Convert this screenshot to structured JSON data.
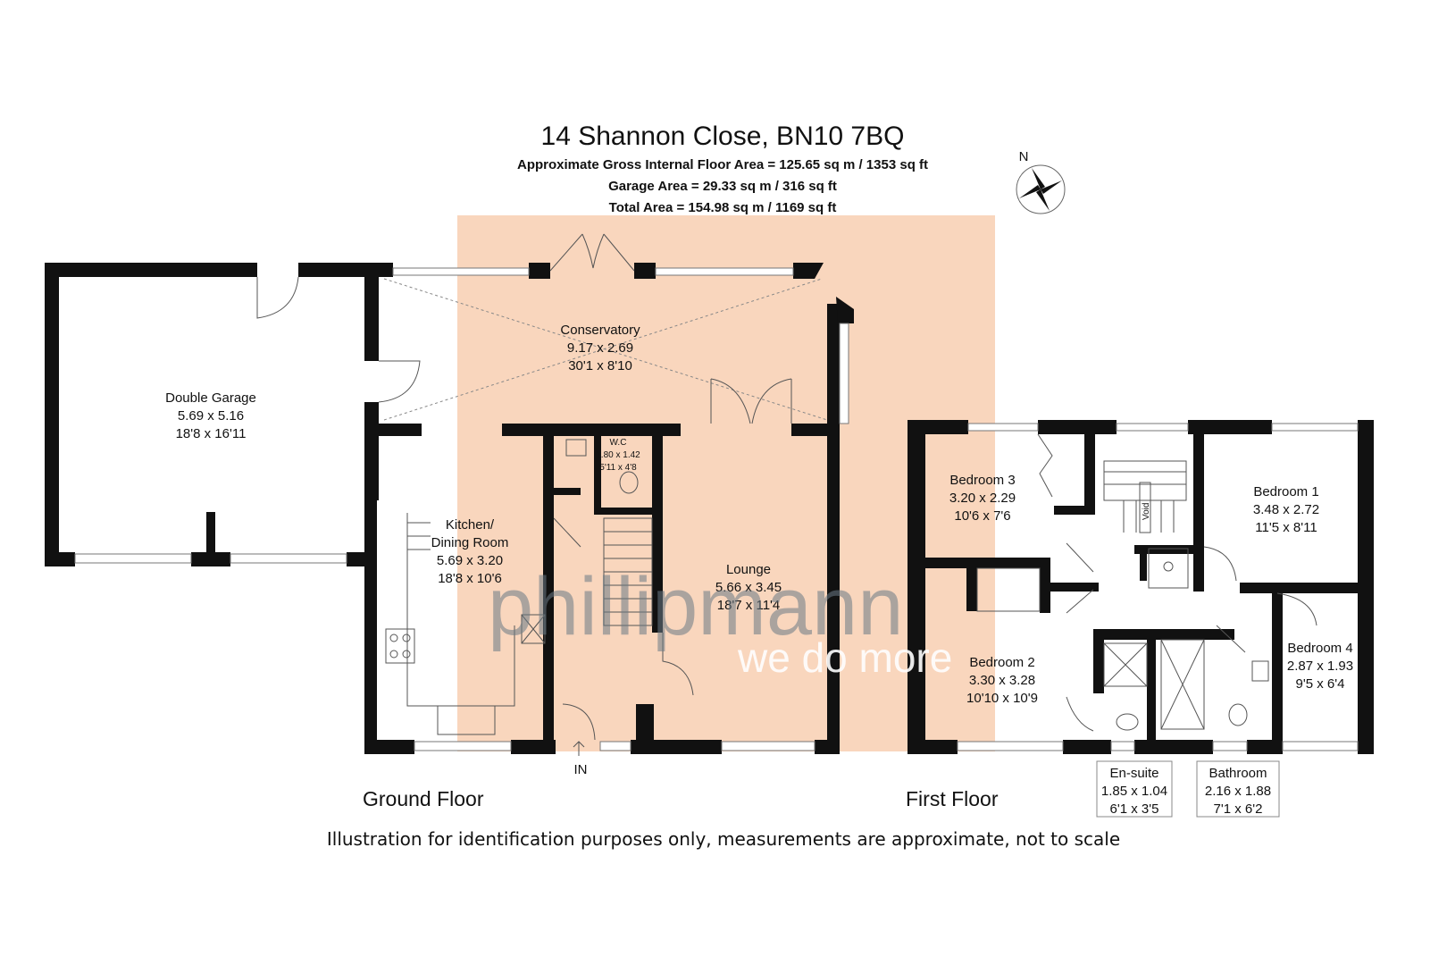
{
  "header": {
    "address": "14 Shannon Close, BN10 7BQ",
    "gross_area": "Approximate Gross Internal Floor Area = 125.65 sq m / 1353 sq ft",
    "garage_area": "Garage Area = 29.33 sq m / 316 sq ft",
    "total_area": "Total Area = 154.98 sq m / 1169 sq ft"
  },
  "compass": {
    "label": "N"
  },
  "ground_floor": {
    "label": "Ground Floor",
    "entrance": "IN",
    "rooms": {
      "garage": {
        "name": "Double Garage",
        "metric": "5.69 x 5.16",
        "imperial": "18'8 x 16'11"
      },
      "conservatory": {
        "name": "Conservatory",
        "metric": "9.17 x 2.69",
        "imperial": "30'1 x 8'10"
      },
      "kitchen": {
        "name1": "Kitchen/",
        "name2": "Dining Room",
        "metric": "5.69 x 3.20",
        "imperial": "18'8 x 10'6"
      },
      "wc": {
        "name": "W.C",
        "metric": "1.80 x 1.42",
        "imperial": "5'11 x 4'8"
      },
      "lounge": {
        "name": "Lounge",
        "metric": "5.66 x 3.45",
        "imperial": "18'7 x 11'4"
      }
    }
  },
  "first_floor": {
    "label": "First Floor",
    "void_label": "Void",
    "rooms": {
      "bedroom3": {
        "name": "Bedroom 3",
        "metric": "3.20 x 2.29",
        "imperial": "10'6 x 7'6"
      },
      "bedroom1": {
        "name": "Bedroom 1",
        "metric": "3.48 x 2.72",
        "imperial": "11'5 x 8'11"
      },
      "bedroom2": {
        "name": "Bedroom 2",
        "metric": "3.30 x 3.28",
        "imperial": "10'10 x 10'9"
      },
      "bedroom4": {
        "name": "Bedroom 4",
        "metric": "2.87 x 1.93",
        "imperial": "9'5 x 6'4"
      },
      "ensuite": {
        "name": "En-suite",
        "metric": "1.85 x 1.04",
        "imperial": "6'1 x 3'5"
      },
      "bathroom": {
        "name": "Bathroom",
        "metric": "2.16 x 1.88",
        "imperial": "7'1 x 6'2"
      }
    }
  },
  "watermark": {
    "brand": "phillipmann",
    "tagline": "we do more"
  },
  "disclaimer": "Illustration for identification purposes only, measurements are approximate, not to scale",
  "colors": {
    "highlight": "#f9d6bd",
    "walls": "#111111"
  }
}
